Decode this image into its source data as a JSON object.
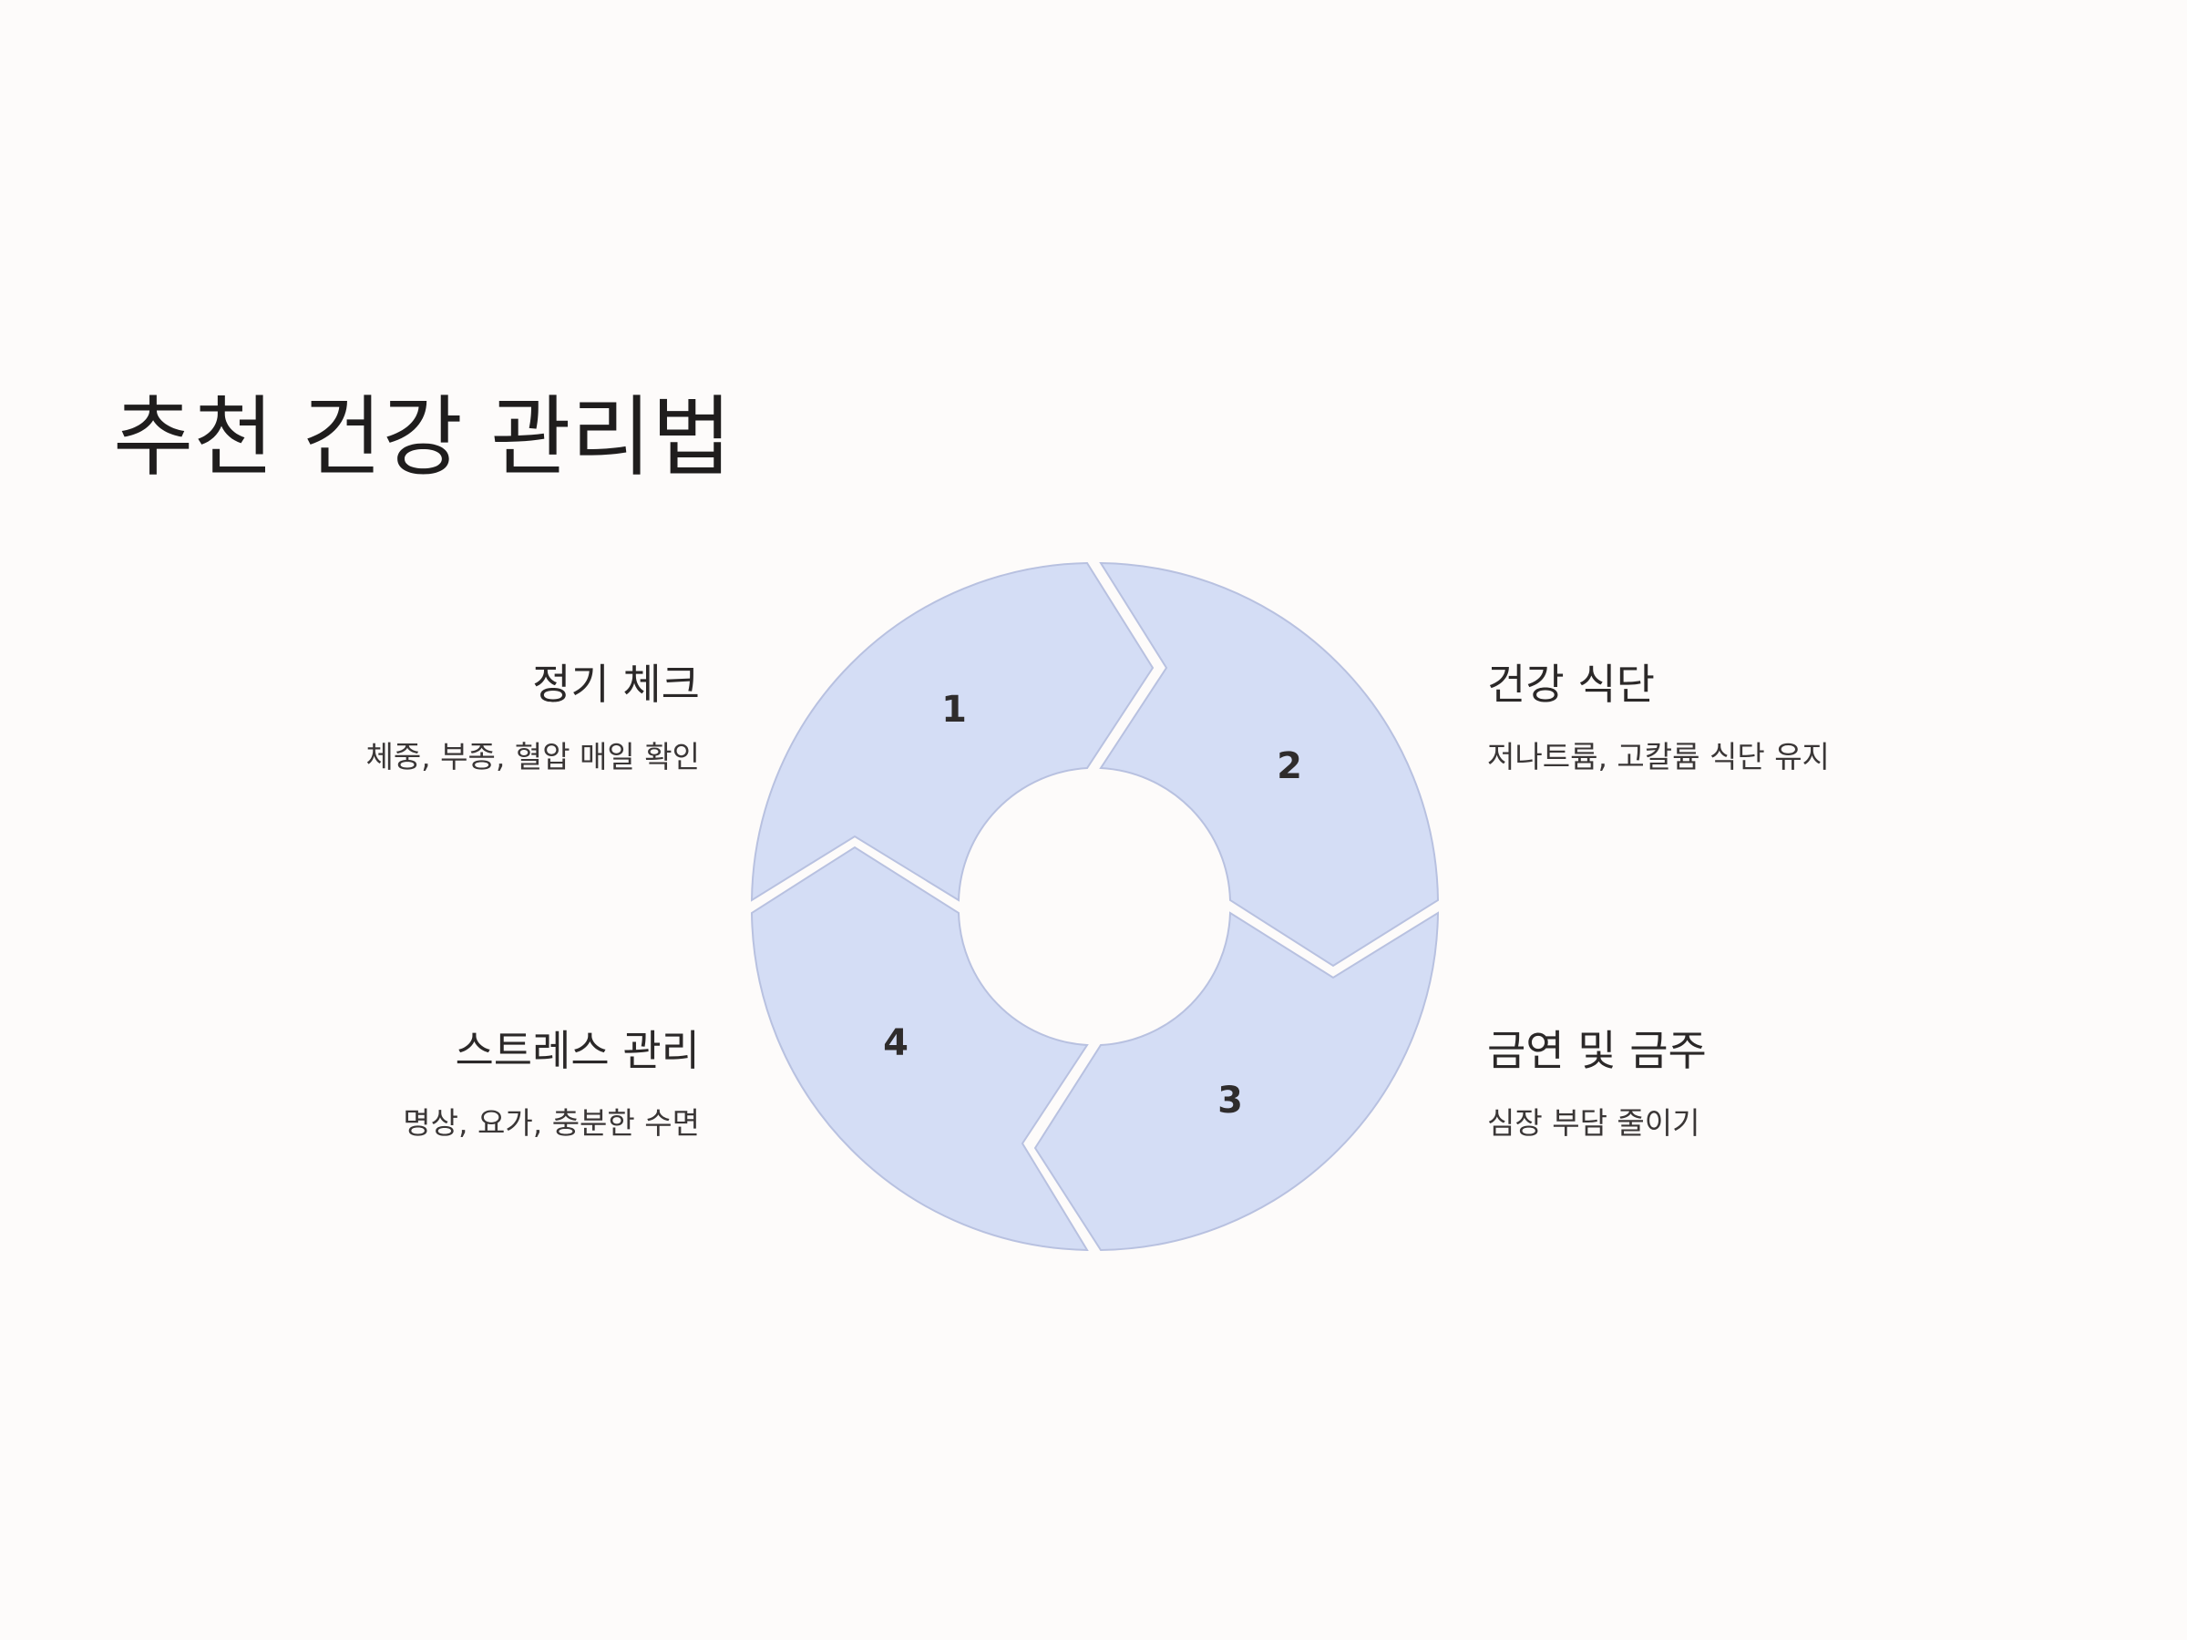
{
  "title": "추천 건강 관리법",
  "colors": {
    "background": "#fdfbfa",
    "segment_fill": "#d4ddf5",
    "segment_stroke": "#b8c1e0",
    "text": "#272525"
  },
  "steps": [
    {
      "number": "1",
      "title": "정기 체크",
      "description": "체중, 부종, 혈압 매일 확인"
    },
    {
      "number": "2",
      "title": "건강 식단",
      "description": "저나트륨, 고칼륨 식단 유지"
    },
    {
      "number": "3",
      "title": "금연 및 금주",
      "description": "심장 부담 줄이기"
    },
    {
      "number": "4",
      "title": "스트레스 관리",
      "description": "명상, 요가, 충분한 수면"
    }
  ]
}
